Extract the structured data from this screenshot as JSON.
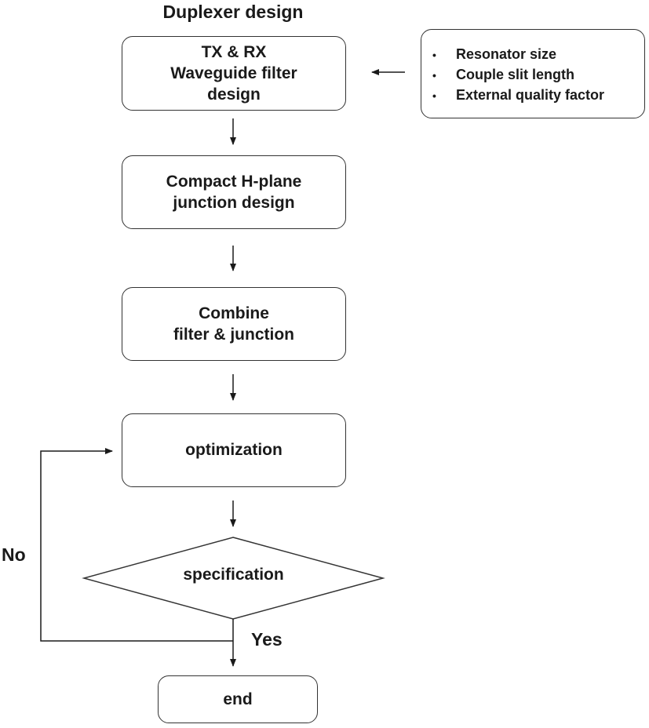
{
  "title": "Duplexer design",
  "steps": {
    "filter_design": "TX & RX\nWaveguide filter\ndesign",
    "junction_design": "Compact H-plane\njunction design",
    "combine": "Combine\nfilter & junction",
    "optimization": "optimization",
    "decision": "specification",
    "end": "end"
  },
  "parameters": {
    "bullet": "•",
    "items": [
      "Resonator size",
      "Couple slit length",
      "External quality factor"
    ]
  },
  "branch_labels": {
    "no": "No",
    "yes": "Yes"
  }
}
